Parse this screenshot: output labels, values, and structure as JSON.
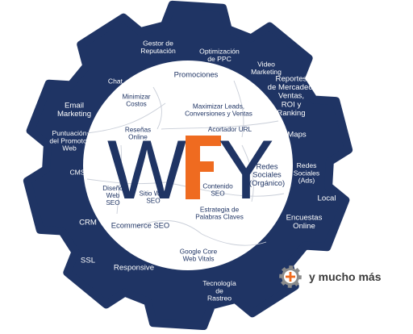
{
  "logo": {
    "letters": [
      "W",
      "F",
      "Y"
    ],
    "colors": {
      "w": "#1f3464",
      "f": "#ef6b20",
      "y": "#1f3464"
    }
  },
  "colors": {
    "gear": "#1f3464",
    "accent": "#ef6b20",
    "inner_text": "#1f3464",
    "ring_text": "#ffffff"
  },
  "ring_items": [
    {
      "lines": [
        "Gestor de",
        "Reputación"
      ]
    },
    {
      "lines": [
        "Optimización",
        "de PPC"
      ]
    },
    {
      "lines": [
        "Video",
        "Marketing"
      ]
    },
    {
      "lines": [
        "Reportes",
        "de Mercadeo,",
        "Ventas,",
        "ROI y",
        "Ranking"
      ]
    },
    {
      "lines": [
        "Maps"
      ]
    },
    {
      "lines": [
        "Redes",
        "Sociales",
        "(Ads)"
      ]
    },
    {
      "lines": [
        "Local"
      ]
    },
    {
      "lines": [
        "Encuestas",
        "Online"
      ]
    },
    {
      "lines": [
        "Tecnología",
        "de",
        "Rastreo"
      ]
    },
    {
      "lines": [
        "Responsive"
      ]
    },
    {
      "lines": [
        "SSL"
      ]
    },
    {
      "lines": [
        "CRM"
      ]
    },
    {
      "lines": [
        "CMS"
      ]
    },
    {
      "lines": [
        "Puntuación",
        "del Promotor",
        "Web"
      ]
    },
    {
      "lines": [
        "Email",
        "Marketing"
      ]
    },
    {
      "lines": [
        "Chat"
      ]
    }
  ],
  "inner_items": [
    {
      "lines": [
        "Promociones"
      ]
    },
    {
      "lines": [
        "Minimizar",
        "Costos"
      ]
    },
    {
      "lines": [
        "Maximizar Leads,",
        "Conversiones y Ventas"
      ]
    },
    {
      "lines": [
        "Reseñas",
        "Online"
      ]
    },
    {
      "lines": [
        "Acortador URL"
      ]
    },
    {
      "lines": [
        "Redes",
        "Sociales",
        "(Orgánico)"
      ]
    },
    {
      "lines": [
        "Diseño",
        "Web",
        "SEO"
      ]
    },
    {
      "lines": [
        "Sitio Web",
        "SEO"
      ]
    },
    {
      "lines": [
        "Contenido",
        "SEO"
      ]
    },
    {
      "lines": [
        "Estrategia de",
        "Palabras Claves"
      ]
    },
    {
      "lines": [
        "Ecommerce SEO"
      ]
    },
    {
      "lines": [
        "Google Core",
        "Web Vitals"
      ]
    }
  ],
  "cta": {
    "icon": "plus-gear-icon",
    "label": "y mucho más"
  }
}
